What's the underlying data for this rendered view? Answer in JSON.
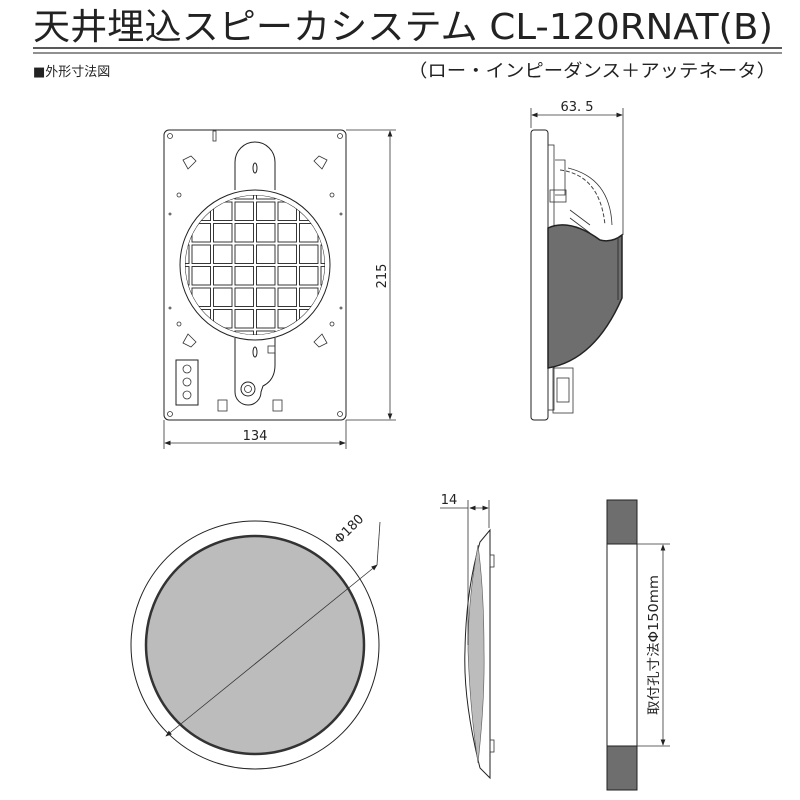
{
  "header": {
    "title": "天井埋込スピーカシステム CL-120RNAT(B)",
    "section_label": "■外形寸法図",
    "subtitle": "（ロー・インピーダンス＋アッテネータ）"
  },
  "dimensions": {
    "height": "215",
    "width": "134",
    "depth": "63. 5",
    "grille_diameter": "Φ180",
    "grille_depth": "14",
    "mounting_hole": "取付孔寸法Φ150mm"
  },
  "colors": {
    "line": "#222222",
    "grille_fill": "#bcbcbc",
    "body_fill": "#6e6e6e"
  }
}
